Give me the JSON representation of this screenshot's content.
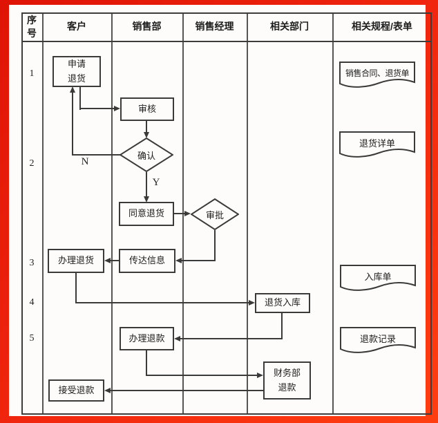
{
  "header": {
    "columns": [
      "序号",
      "客户",
      "销售部",
      "销售经理",
      "相关部门",
      "相关规程/表单"
    ]
  },
  "row_numbers": [
    "1",
    "2",
    "3",
    "4",
    "5"
  ],
  "nodes": {
    "apply": "申请\n退货",
    "review": "审核",
    "confirm": "确认",
    "agree": "同意退货",
    "approve": "审批",
    "convey": "传达信息",
    "handle_return": "办理退货",
    "warehouse_in": "退货入库",
    "refund": "办理退款",
    "finance_refund": "财务部\n退款",
    "accept_refund": "接受退款"
  },
  "branch": {
    "no": "N",
    "yes": "Y"
  },
  "documents": [
    "销售合同、退货单",
    "退货详单",
    "入库单",
    "退款记录"
  ],
  "colors": {
    "frame_red": "#ee2109",
    "line": "#3a3a3a",
    "grid": "#555555",
    "background": "#fdfcfb",
    "text": "#1d1d1d"
  }
}
